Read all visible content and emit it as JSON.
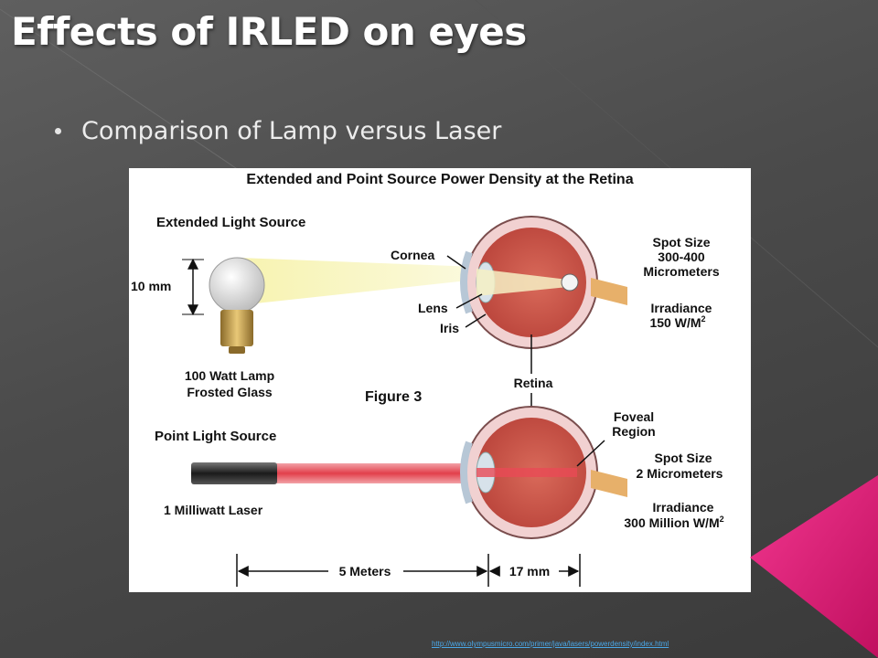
{
  "slide": {
    "title": "Effects of IRLED on eyes",
    "bullet": "Comparison of Lamp versus Laser",
    "source_link": "http://www.olympusmicro.com/primer/java/lasers/powerdensity/index.html"
  },
  "figure": {
    "heading": "Extended and Point Source Power Density at the Retina",
    "extended_source_label": "Extended Light Source",
    "size_10mm": "10 mm",
    "lamp_caption_line1": "100 Watt Lamp",
    "lamp_caption_line2": "Frosted Glass",
    "cornea": "Cornea",
    "lens": "Lens",
    "iris": "Iris",
    "retina": "Retina",
    "figure_number": "Figure 3",
    "top_spot_line1": "Spot Size",
    "top_spot_line2": "300-400",
    "top_spot_line3": "Micrometers",
    "top_irr_line1": "Irradiance",
    "top_irr_line2": "150 W/M",
    "top_irr_sup": "2",
    "point_source_label": "Point Light Source",
    "laser_caption": "1 Milliwatt Laser",
    "foveal_line1": "Foveal",
    "foveal_line2": "Region",
    "bottom_spot_line1": "Spot Size",
    "bottom_spot_line2": "2 Micrometers",
    "bottom_irr_line1": "Irradiance",
    "bottom_irr_line2": "300 Million W/M",
    "bottom_irr_sup": "2",
    "dist_5m": "5 Meters",
    "dist_17mm": "17 mm"
  },
  "colors": {
    "accent_pink": "#e8157a",
    "link_blue": "#4aa8e8",
    "beam_yellow": "#f3ef9a",
    "beam_red": "#e84a55"
  }
}
